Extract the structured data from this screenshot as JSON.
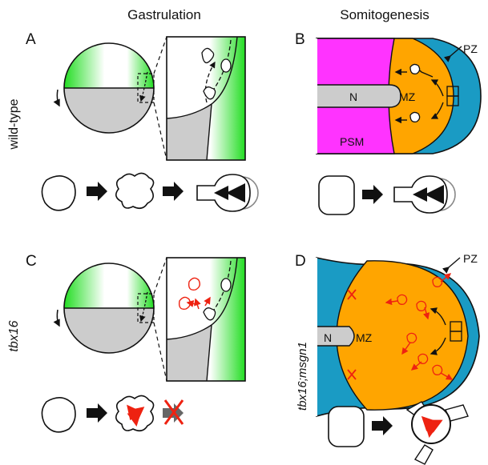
{
  "headers": {
    "left": "Gastrulation",
    "right": "Somitogenesis"
  },
  "panels": {
    "a": {
      "letter": "A"
    },
    "b": {
      "letter": "B",
      "pz": "PZ",
      "n": "N",
      "mz": "MZ",
      "psm": "PSM"
    },
    "c": {
      "letter": "C"
    },
    "d": {
      "letter": "D",
      "pz": "PZ",
      "n": "N",
      "mz": "MZ"
    }
  },
  "row_labels": {
    "top": "wild-type",
    "bottom": "tbx16",
    "bottom_right": "tbx16;msgn1"
  },
  "colors": {
    "magenta": "#ff33ff",
    "orange": "#ffa500",
    "blue": "#1a9bc4",
    "grey": "#cccccc",
    "green": "#22dd22",
    "red": "#ee2211"
  }
}
